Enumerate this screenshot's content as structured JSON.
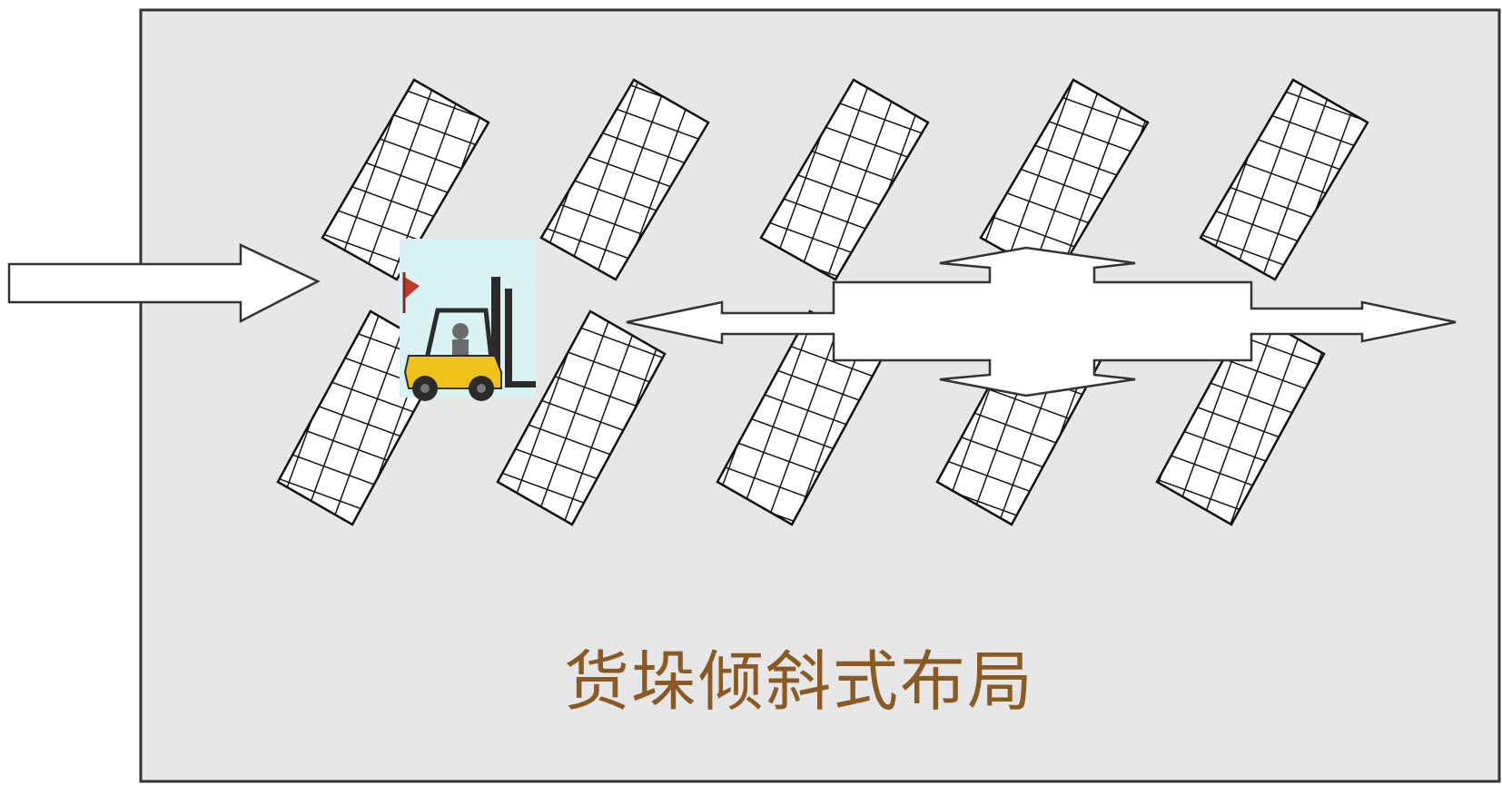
{
  "diagram": {
    "caption": "货垛倾斜式布局",
    "colors": {
      "background": "#ffffff",
      "warehouse_fill": "#e9e9e9",
      "warehouse_border": "#333333",
      "stack_fill": "#ffffff",
      "stack_grid": "#111111",
      "arrow_fill": "#ffffff",
      "arrow_stroke": "#333333",
      "caption": "#8a5a24",
      "forklift_bg": "#d9f3f3",
      "forklift_body": "#f0c21c",
      "forklift_dark": "#2b2b2b",
      "forklift_flag": "#c0392b"
    },
    "stacks_upper_count": 5,
    "stacks_lower_count": 5,
    "forklift_icon": "forklift-icon",
    "arrow_icons": [
      "entry-arrow-icon",
      "aisle-double-arrow-icon"
    ]
  }
}
